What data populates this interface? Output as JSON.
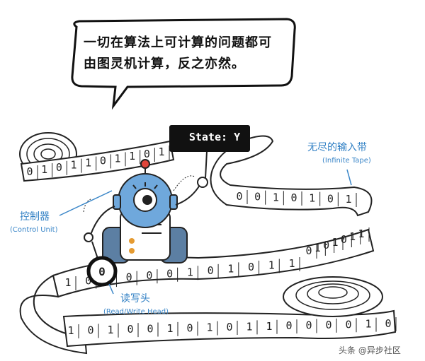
{
  "speech_bubble": {
    "text": "一切在算法上可计算的问题都可由图灵机计算，反之亦然。"
  },
  "state_sign": {
    "text": "State: Y"
  },
  "labels": {
    "tape": {
      "cn": "无尽的输入带",
      "en": "(Infinite Tape)"
    },
    "controller": {
      "cn": "控制器",
      "en": "(Control Unit)"
    },
    "head": {
      "cn": "读写头",
      "en": "(Read/Write Head)"
    }
  },
  "head_symbol": "0",
  "tape": {
    "top_left": [
      "0",
      "1",
      "0",
      "1",
      "1",
      "0",
      "1",
      "1",
      "0",
      "1"
    ],
    "right_upper": [
      "0",
      "0",
      "1",
      "0",
      "1",
      "0",
      "1"
    ],
    "middle": [
      "1",
      "0",
      "1",
      "0",
      "0",
      "0",
      "1",
      "0",
      "1",
      "0",
      "1",
      "1"
    ],
    "right_middle": [
      "0",
      "1",
      "0",
      "1",
      "0",
      "1",
      "1"
    ],
    "bottom": [
      "1",
      "0",
      "1",
      "0",
      "0",
      "1",
      "0",
      "1",
      "0",
      "1",
      "1",
      "0",
      "0",
      "0",
      "0",
      "1",
      "0"
    ]
  },
  "watermark": "头条 @异步社区",
  "colors": {
    "accent_blue": "#5b9bd5",
    "robot_blue": "#6fa8dc",
    "tape_fill": "#ffffff"
  }
}
